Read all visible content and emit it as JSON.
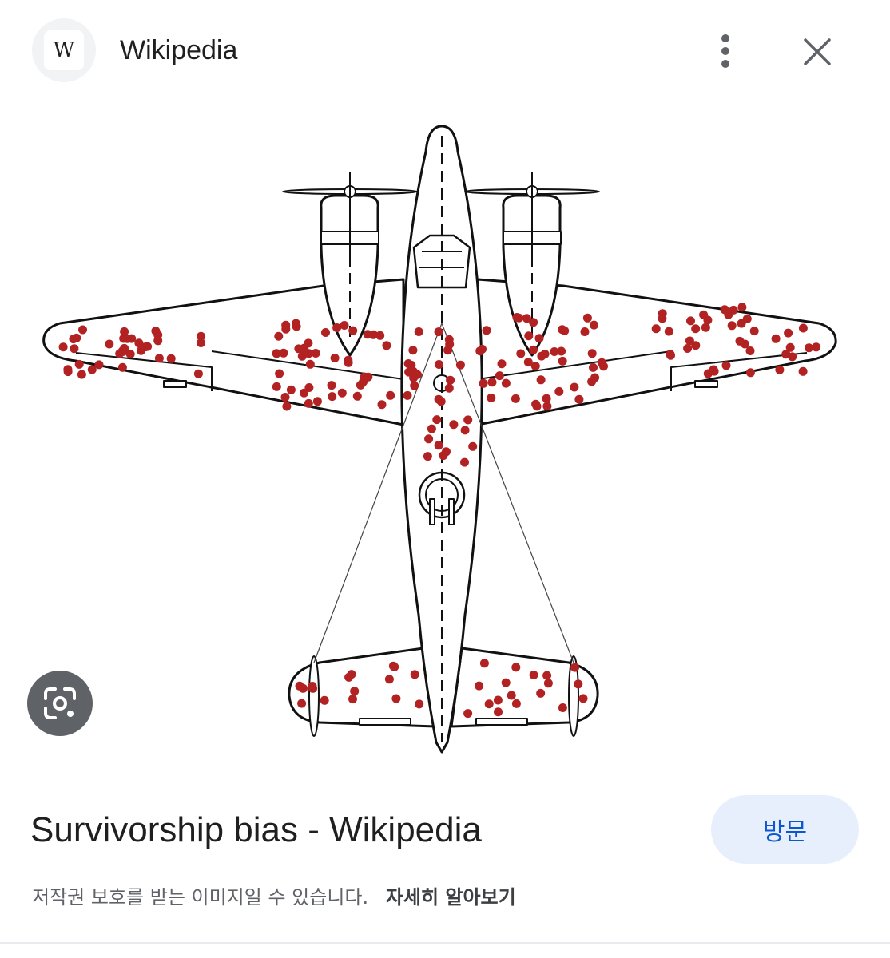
{
  "header": {
    "site_logo_letter": "W",
    "site_name": "Wikipedia",
    "more_icon": "more-vert-icon",
    "close_icon": "close-icon"
  },
  "image": {
    "subject": "airplane-diagram",
    "dot_color": "#b22222"
  },
  "lens": {
    "icon": "google-lens-icon"
  },
  "result": {
    "title": "Survivorship bias - Wikipedia",
    "visit_label": "방문"
  },
  "notice": {
    "text": "저작권 보호를 받는 이미지일 수 있습니다.",
    "learn_more": "자세히 알아보기"
  },
  "colors": {
    "accent": "#0b57d0",
    "visit_bg": "#e8effc",
    "lens_bg": "#5f6368"
  }
}
